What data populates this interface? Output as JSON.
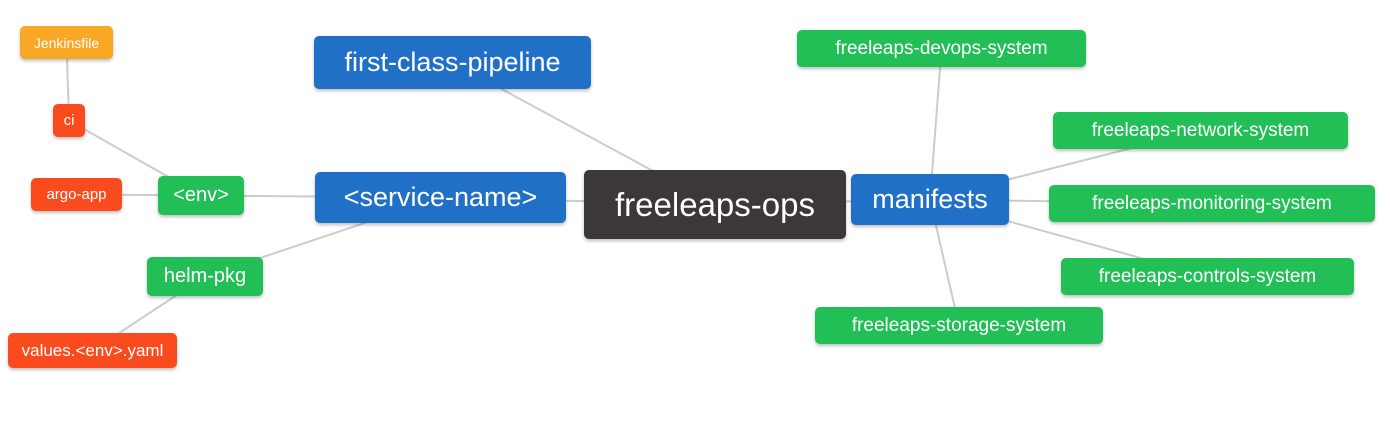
{
  "diagram": {
    "background_color": "#ffffff",
    "edge_color": "#cccccc",
    "text_color": "#ffffff"
  },
  "nodes": {
    "jenkinsfile": {
      "label": "Jenkinsfile",
      "color": "#f9a825"
    },
    "ci": {
      "label": "ci",
      "color": "#fa4b1e"
    },
    "argo_app": {
      "label": "argo-app",
      "color": "#fa4b1e"
    },
    "env": {
      "label": "<env>",
      "color": "#21bf55"
    },
    "helm_pkg": {
      "label": "helm-pkg",
      "color": "#21bf55"
    },
    "values_env_yaml": {
      "label": "values.<env>.yaml",
      "color": "#fa4b1e"
    },
    "first_class_pipeline": {
      "label": "first-class-pipeline",
      "color": "#2170c7"
    },
    "service_name": {
      "label": "<service-name>",
      "color": "#2170c7"
    },
    "freeleaps_ops": {
      "label": "freeleaps-ops",
      "color": "#3b3837"
    },
    "manifests": {
      "label": "manifests",
      "color": "#2170c7"
    },
    "devops_system": {
      "label": "freeleaps-devops-system",
      "color": "#21bf55"
    },
    "network_system": {
      "label": "freeleaps-network-system",
      "color": "#21bf55"
    },
    "monitoring_system": {
      "label": "freeleaps-monitoring-system",
      "color": "#21bf55"
    },
    "controls_system": {
      "label": "freeleaps-controls-system",
      "color": "#21bf55"
    },
    "storage_system": {
      "label": "freeleaps-storage-system",
      "color": "#21bf55"
    }
  },
  "edges": [
    [
      "jenkinsfile",
      "ci"
    ],
    [
      "ci",
      "env"
    ],
    [
      "argo_app",
      "env"
    ],
    [
      "env",
      "service_name"
    ],
    [
      "helm_pkg",
      "service_name"
    ],
    [
      "values_env_yaml",
      "helm_pkg"
    ],
    [
      "first_class_pipeline",
      "freeleaps_ops"
    ],
    [
      "service_name",
      "freeleaps_ops"
    ],
    [
      "freeleaps_ops",
      "manifests"
    ],
    [
      "manifests",
      "devops_system"
    ],
    [
      "manifests",
      "network_system"
    ],
    [
      "manifests",
      "monitoring_system"
    ],
    [
      "manifests",
      "controls_system"
    ],
    [
      "manifests",
      "storage_system"
    ]
  ]
}
